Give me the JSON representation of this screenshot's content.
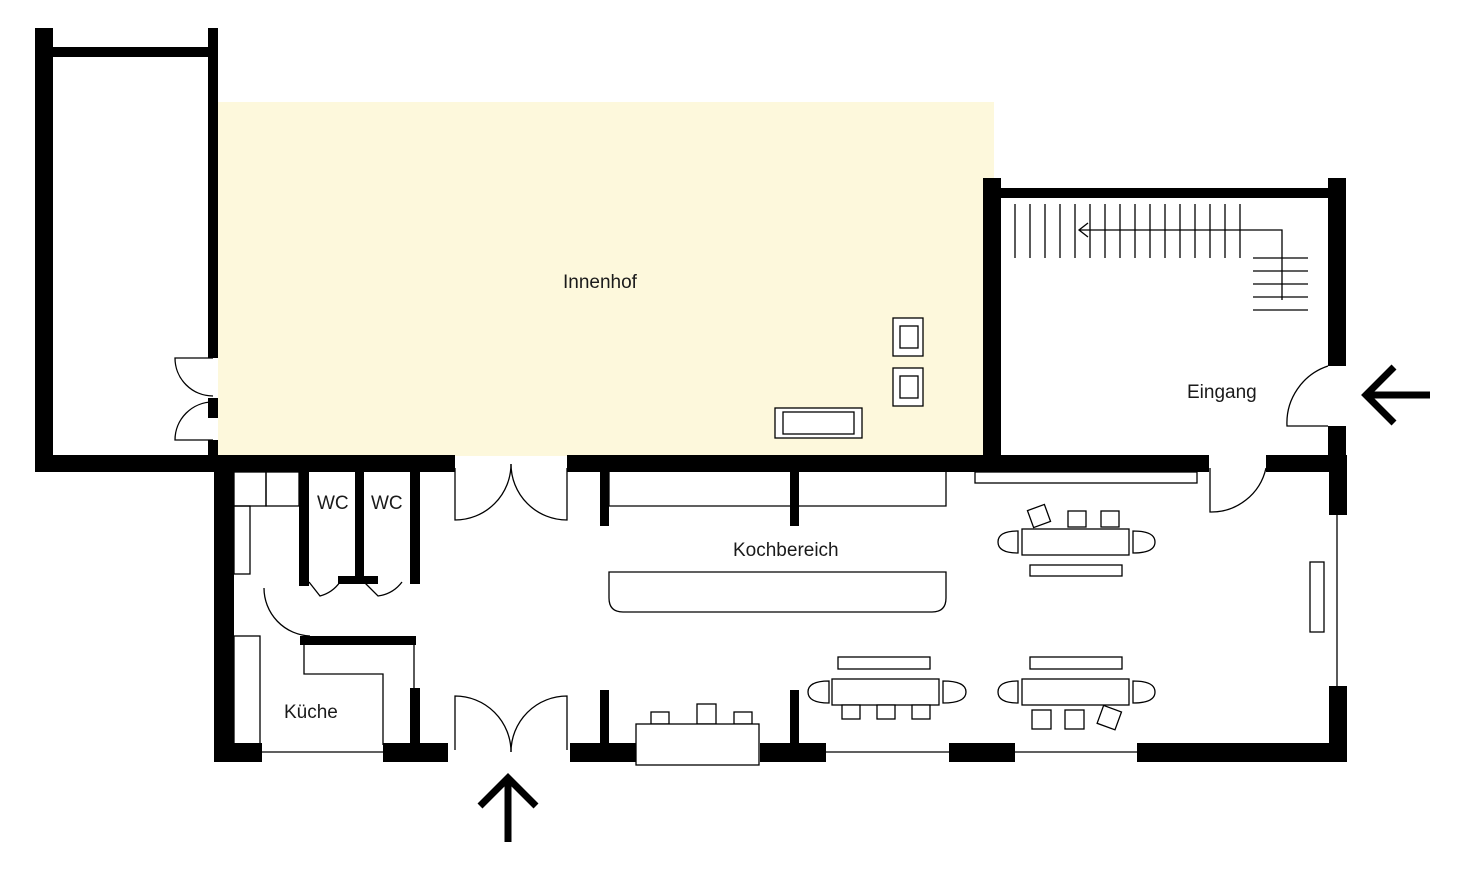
{
  "floorplan": {
    "colors": {
      "wall": "#000000",
      "courtyard": "#fdf8dc",
      "background": "#ffffff"
    },
    "rooms": {
      "innenhof": "Innenhof",
      "eingang": "Eingang",
      "kochbereich": "Kochbereich",
      "kueche": "Küche",
      "wc1": "WC",
      "wc2": "WC"
    },
    "icons": {
      "entrance_arrows": [
        "arrow-up-icon",
        "arrow-left-icon"
      ],
      "stair_arrow": "arrow-left-icon"
    }
  }
}
